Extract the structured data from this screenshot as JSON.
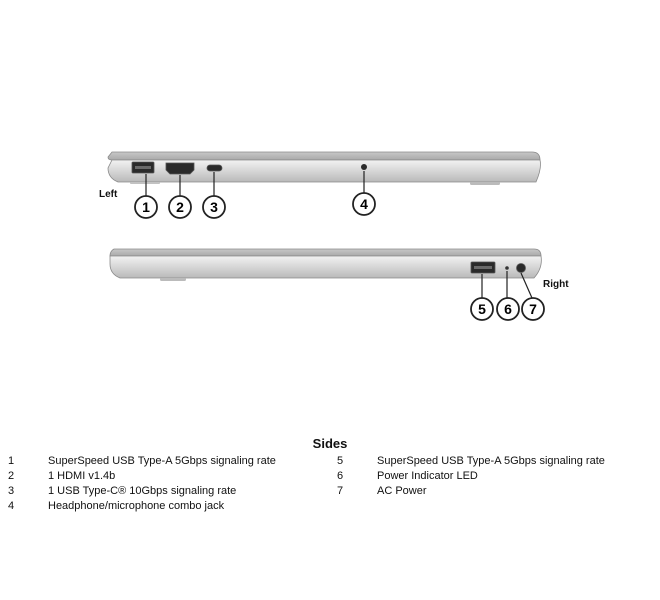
{
  "diagram": {
    "left_label": "Left",
    "right_label": "Right",
    "callouts": {
      "c1": "1",
      "c2": "2",
      "c3": "3",
      "c4": "4",
      "c5": "5",
      "c6": "6",
      "c7": "7"
    }
  },
  "legend": {
    "title": "Sides",
    "left_column": [
      {
        "num": "1",
        "desc": "SuperSpeed USB Type-A 5Gbps signaling rate"
      },
      {
        "num": "2",
        "desc": "1 HDMI v1.4b"
      },
      {
        "num": "3",
        "desc": "1 USB Type-C® 10Gbps signaling rate"
      },
      {
        "num": "4",
        "desc": "Headphone/microphone combo jack"
      }
    ],
    "right_column": [
      {
        "num": "5",
        "desc": "SuperSpeed USB Type-A 5Gbps signaling rate"
      },
      {
        "num": "6",
        "desc": "Power Indicator LED"
      },
      {
        "num": "7",
        "desc": "AC Power"
      }
    ]
  }
}
